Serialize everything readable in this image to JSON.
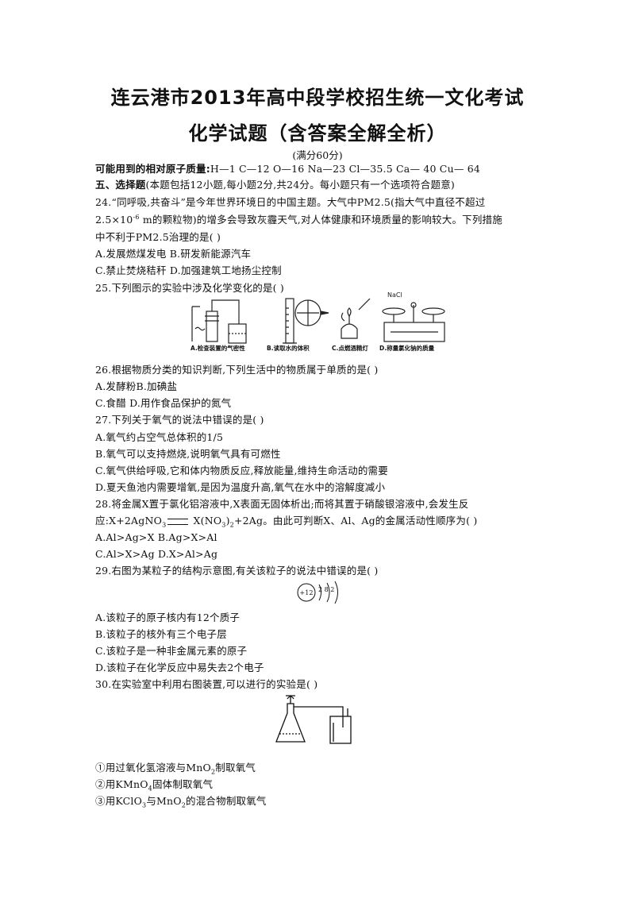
{
  "header": {
    "title_line1": "连云港市2013年高中段学校招生统一文化考试",
    "title_line2": "化学试题（含答案全解全析）",
    "score_note": "(满分60分)"
  },
  "atomic_masses_label": "可能用到的相对原子质量:",
  "atomic_masses_values": "H—1   C—12   O—16   Na—23   Cl—35.5   Ca— 40   Cu— 64",
  "section5": {
    "heading": "五、选择题",
    "instructions": "(本题包括12小题,每小题2分,共24分。每小题只有一个选项符合题意)"
  },
  "q24": {
    "line1": "24.“同呼吸,共奋斗”是今年世界环境日的中国主题。大气中PM2.5(指大气中直径不超过",
    "line2_pre": "2.5×10",
    "line2_sup": "-6",
    "line2_post": " m的颗粒物)的增多会导致灰霾天气,对人体健康和环境质量的影响较大。下列措施",
    "line3": "中不利于PM2.5治理的是(      )",
    "optAB": "A.发展燃煤发电    B.研发新能源汽车",
    "optCD": "C.禁止焚烧秸秆    D.加强建筑工地扬尘控制"
  },
  "q25": {
    "stem": "25.下列图示的实验中涉及化学变化的是(       )",
    "captions": [
      "A.检查装置的气密性",
      "B.读取水的体积",
      "C.点燃酒精灯",
      "D.称量氯化钠的质量"
    ],
    "nacl_label": "NaCl"
  },
  "q26": {
    "stem": "26.根据物质分类的知识判断,下列生活中的物质属于单质的是(      )",
    "optAB": "A.发酵粉B.加碘盐",
    "optCD": "C.食醋    D.用作食品保护的氮气"
  },
  "q27": {
    "stem": "27.下列关于氧气的说法中错误的是(      )",
    "optA": "A.氧气约占空气总体积的1/5",
    "optB": "B.氧气可以支持燃烧,说明氧气具有可燃性",
    "optC": "C.氧气供给呼吸,它和体内物质反应,释放能量,维持生命活动的需要",
    "optD": "D.夏天鱼池内需要增氧,是因为温度升高,氧气在水中的溶解度减小"
  },
  "q28": {
    "line1": "28.将金属X置于氯化铝溶液中,X表面无固体析出;而将其置于硝酸银溶液中,会发生反",
    "eq_a": "应:X+2AgNO",
    "eq_a_sub": "3",
    "eq_b": " X(NO",
    "eq_b_sub": "3",
    "eq_c": ")",
    "eq_c_sub": "2",
    "eq_d": "+2Ag。由此可判断X、Al、Ag的金属活动性顺序为(      )",
    "optAB": "A.Al>Ag>X    B.Ag>X>Al",
    "optCD": "C.Al>X>Ag    D.X>Al>Ag"
  },
  "q29": {
    "stem": "29.右图为某粒子的结构示意图,有关该粒子的说法中错误的是(      )",
    "nucleus": "+12",
    "shells": "2 8 2",
    "optA": "A.该粒子的原子核内有12个质子",
    "optB": "B.该粒子的核外有三个电子层",
    "optC": "C.该粒子是一种非金属元素的原子",
    "optD": "D.该粒子在化学反应中易失去2个电子"
  },
  "q30": {
    "stem": "30.在实验室中利用右图装置,可以进行的实验是(      )",
    "item1_a": "①用过氧化氢溶液与MnO",
    "item1_sub": "2",
    "item1_b": "制取氧气",
    "item2_a": "②用KMnO",
    "item2_sub": "4",
    "item2_b": "固体制取氧气",
    "item3_a": "③用KClO",
    "item3_sub1": "3",
    "item3_b": "与MnO",
    "item3_sub2": "2",
    "item3_c": "的混合物制取氧气"
  }
}
